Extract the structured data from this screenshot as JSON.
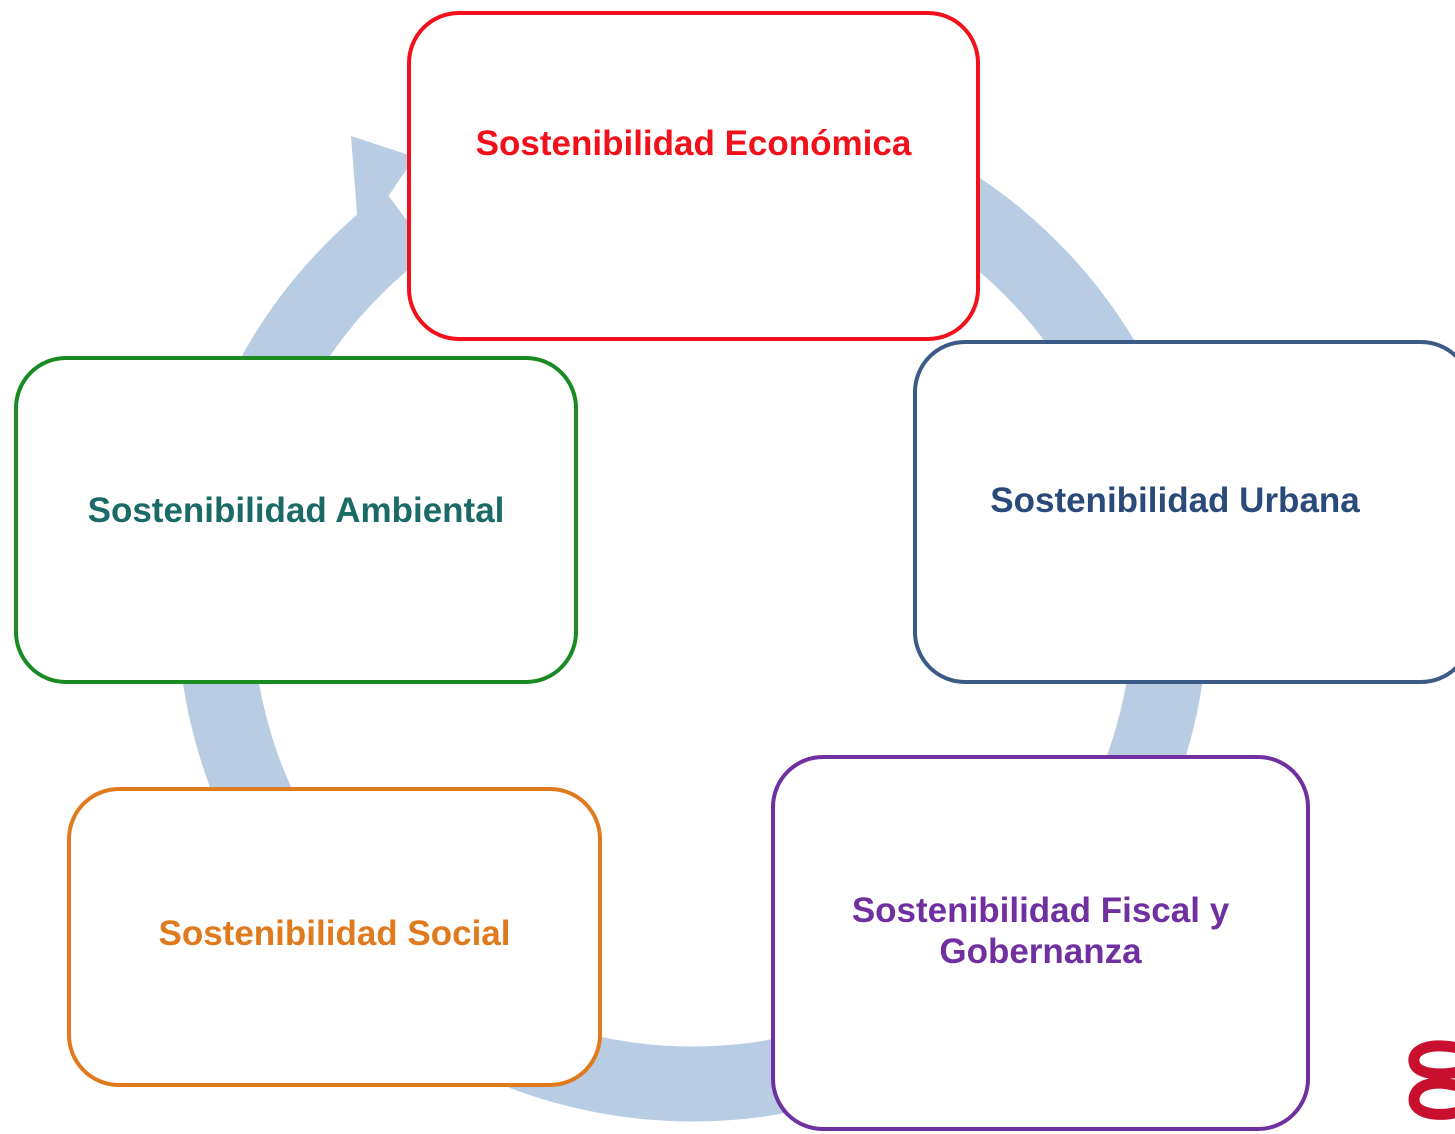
{
  "diagram": {
    "type": "cycle",
    "ring_color": "#b8cde3",
    "nodes": [
      {
        "id": "economica",
        "label": "Sostenibilidad Económica",
        "border_color": "#f2101a",
        "text_color": "#f2101a"
      },
      {
        "id": "urbana",
        "label": "Sostenibilidad Urbana",
        "border_color": "#3c5a87",
        "text_color": "#2a4a7a"
      },
      {
        "id": "fiscal",
        "label": "Sostenibilidad Fiscal y Gobernanza",
        "border_color": "#7030a0",
        "text_color": "#7030a0"
      },
      {
        "id": "social",
        "label": "Sostenibilidad Social",
        "border_color": "#e07a1e",
        "text_color": "#e07a1e"
      },
      {
        "id": "ambiental",
        "label": "Sostenibilidad Ambiental",
        "border_color": "#1a8a22",
        "text_color": "#1a6a66"
      }
    ]
  },
  "logo": {
    "icon": "partial-logo-icon",
    "color": "#c8102e"
  }
}
